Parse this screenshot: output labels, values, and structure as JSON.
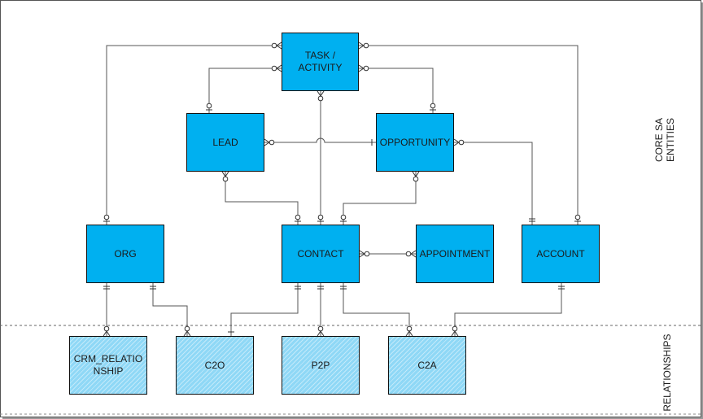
{
  "entities": {
    "task_activity": "TASK /\nACTIVITY",
    "lead": "LEAD",
    "opportunity": "OPPORTUNITY",
    "org": "ORG",
    "contact": "CONTACT",
    "appointment": "APPOINTMENT",
    "account": "ACCOUNT",
    "crm_relationship": "CRM_RELATIO\nNSHIP",
    "c2o": "C2O",
    "p2p": "P2P",
    "c2a": "C2A"
  },
  "sections": {
    "core": "CORE SA\nENTITIES",
    "relationships": "RELATIONSHIPS"
  },
  "colors": {
    "core_entity": "#00b0f0",
    "relationship_entity": "#8fd8f6",
    "line": "#555555"
  }
}
